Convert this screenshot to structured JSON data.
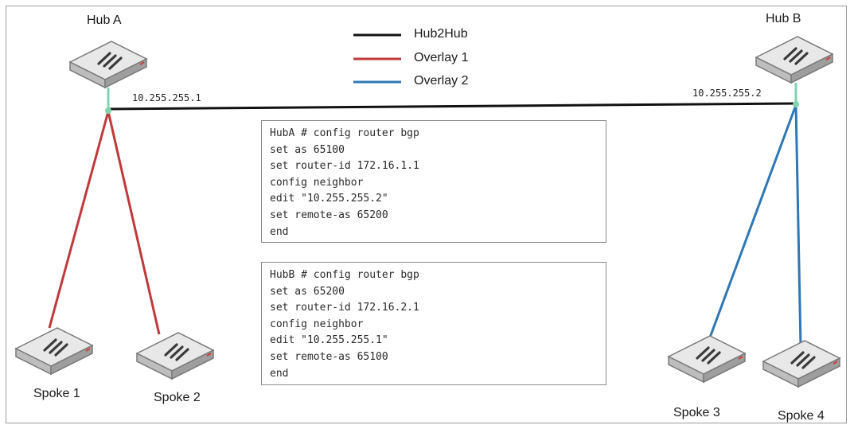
{
  "hubs": [
    {
      "name": "Hub A",
      "ip": "10.255.255.1"
    },
    {
      "name": "Hub B",
      "ip": "10.255.255.2"
    }
  ],
  "spokes": [
    {
      "name": "Spoke 1"
    },
    {
      "name": "Spoke 2"
    },
    {
      "name": "Spoke 3"
    },
    {
      "name": "Spoke 4"
    }
  ],
  "legend": [
    {
      "label": "Hub2Hub",
      "color": "#111111"
    },
    {
      "label": "Overlay 1",
      "color": "#c0393b"
    },
    {
      "label": "Overlay 2",
      "color": "#2f77b5"
    }
  ],
  "colors": {
    "hub2hub": "#111111",
    "overlay1": "#c0393b",
    "overlay2": "#2f77b5",
    "hub_port": "#7fd3b0"
  },
  "config_a": {
    "lines": [
      "HubA # config router bgp",
      "set as 65100",
      "set router-id 172.16.1.1",
      "config neighbor",
      "edit \"10.255.255.2\"",
      "set remote-as 65200",
      "end"
    ]
  },
  "config_b": {
    "lines": [
      "HubB # config router bgp",
      "set as 65200",
      "set router-id 172.16.2.1",
      "config neighbor",
      "edit \"10.255.255.1\"",
      "set remote-as 65100",
      "end"
    ]
  },
  "icons": {
    "device": "network-appliance-icon"
  }
}
